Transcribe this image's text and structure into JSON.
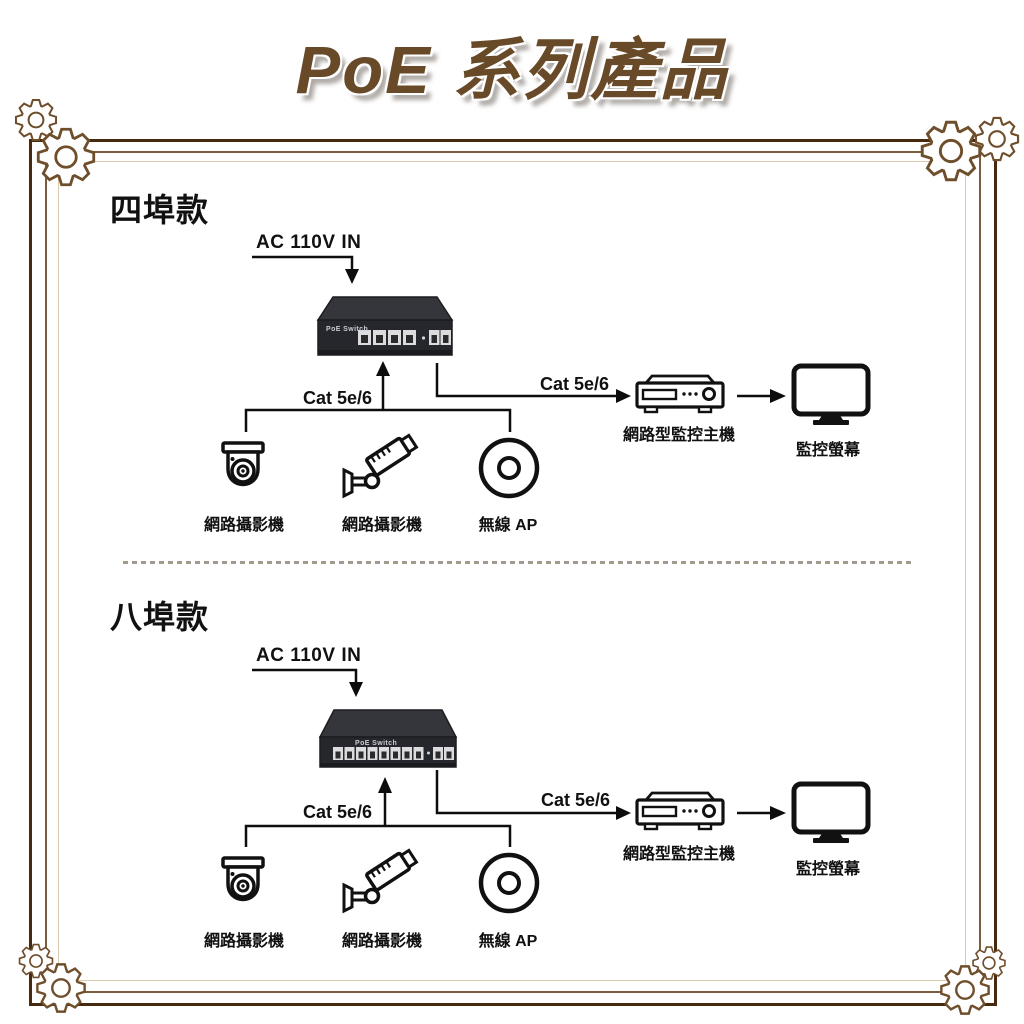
{
  "title": "PoE 系列產品",
  "colors": {
    "title_brown": "#684a28",
    "frame_dark": "#46290f",
    "frame_mid": "#7b5c3c",
    "frame_light": "#dcc9ae",
    "line_black": "#0d0d0d"
  },
  "sections": [
    {
      "heading": "四埠款",
      "power_label": "AC 110V IN",
      "switch": {
        "front_text": "PoE Switch",
        "poe_ports": 4,
        "uplink_ports": 2
      },
      "cables": {
        "left_label": "Cat 5e/6",
        "right_label": "Cat 5e/6"
      },
      "devices": [
        {
          "icon": "dome-camera-icon",
          "label": "網路攝影機"
        },
        {
          "icon": "bullet-camera-icon",
          "label": "網路攝影機"
        },
        {
          "icon": "wireless-ap-icon",
          "label": "無線 AP"
        }
      ],
      "nvr": {
        "icon": "nvr-icon",
        "label": "網路型監控主機"
      },
      "monitor": {
        "icon": "monitor-icon",
        "label": "監控螢幕"
      }
    },
    {
      "heading": "八埠款",
      "power_label": "AC 110V IN",
      "switch": {
        "front_text": "PoE Switch",
        "poe_ports": 8,
        "uplink_ports": 2
      },
      "cables": {
        "left_label": "Cat 5e/6",
        "right_label": "Cat 5e/6"
      },
      "devices": [
        {
          "icon": "dome-camera-icon",
          "label": "網路攝影機"
        },
        {
          "icon": "bullet-camera-icon",
          "label": "網路攝影機"
        },
        {
          "icon": "wireless-ap-icon",
          "label": "無線 AP"
        }
      ],
      "nvr": {
        "icon": "nvr-icon",
        "label": "網路型監控主機"
      },
      "monitor": {
        "icon": "monitor-icon",
        "label": "監控螢幕"
      }
    }
  ]
}
